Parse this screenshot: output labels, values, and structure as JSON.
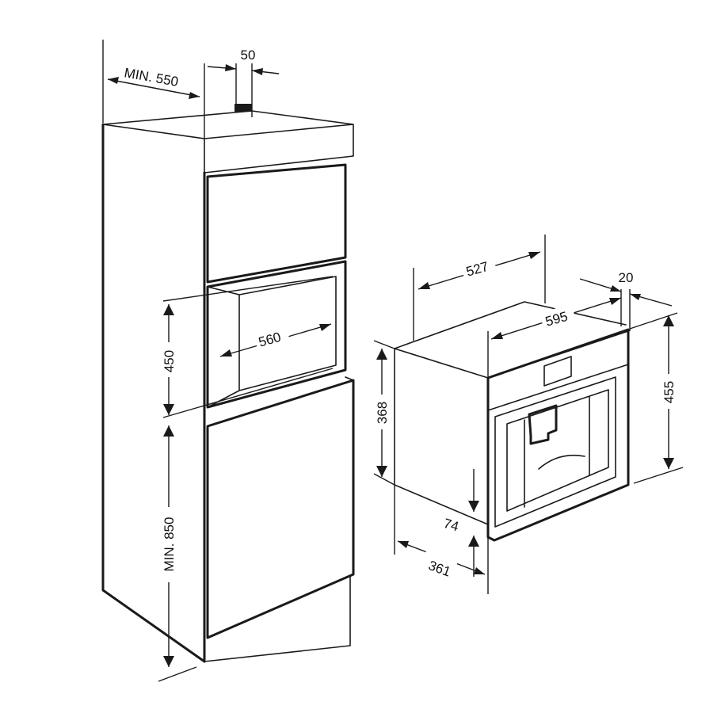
{
  "dimensions": {
    "cabinet_depth": "MIN. 550",
    "vent_gap": "50",
    "niche_height": "450",
    "niche_width": "560",
    "base_height": "MIN. 850",
    "appliance_width_inner": "527",
    "appliance_width": "595",
    "front_thickness": "20",
    "appliance_height": "455",
    "body_height": "368",
    "bottom_offset": "74",
    "body_depth": "361"
  }
}
